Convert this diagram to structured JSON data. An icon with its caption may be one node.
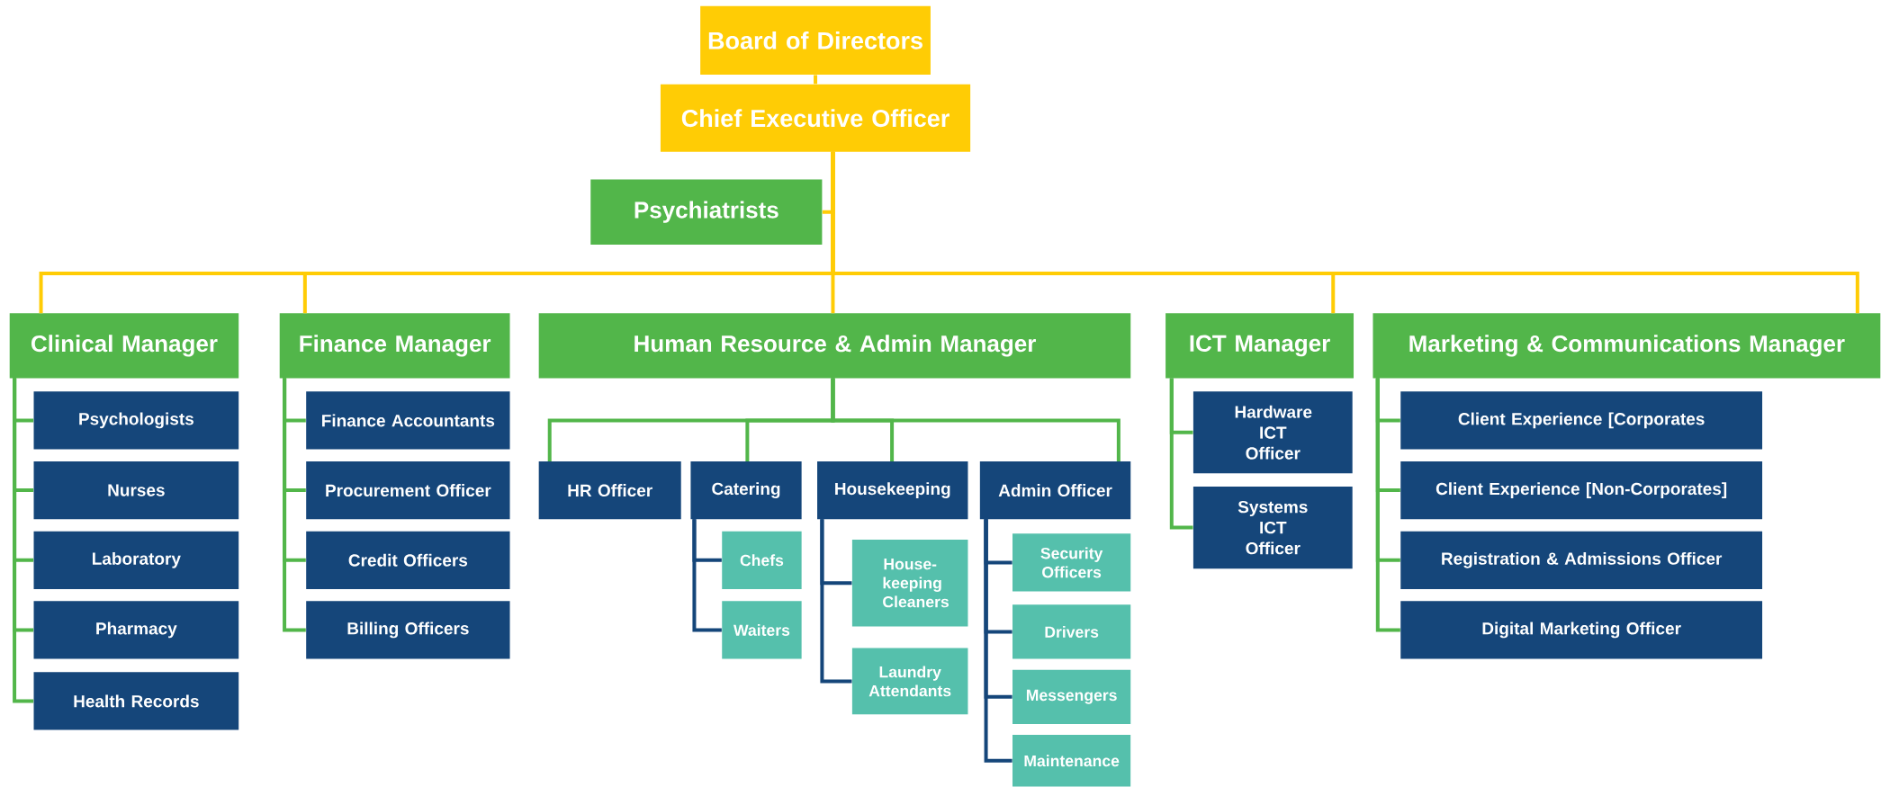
{
  "diagram": {
    "nodes": [
      {
        "text": [
          "Board of Directors"
        ]
      },
      {
        "text": [
          "Chief Executive Officer"
        ]
      },
      {
        "text": [
          "Psychiatrists"
        ]
      },
      {
        "text": [
          "Clinical Manager"
        ]
      },
      {
        "text": [
          "Finance Manager"
        ]
      },
      {
        "text": [
          "Human Resource & Admin Manager"
        ]
      },
      {
        "text": [
          "ICT Manager"
        ]
      },
      {
        "text": [
          "Marketing & Communications Manager"
        ]
      },
      {
        "text": [
          "Psychologists"
        ]
      },
      {
        "text": [
          "Nurses"
        ]
      },
      {
        "text": [
          "Laboratory"
        ]
      },
      {
        "text": [
          "Pharmacy"
        ]
      },
      {
        "text": [
          "Health Records"
        ]
      },
      {
        "text": [
          "Finance Accountants"
        ]
      },
      {
        "text": [
          "Procurement Officer"
        ]
      },
      {
        "text": [
          "Credit Officers"
        ]
      },
      {
        "text": [
          "Billing Officers"
        ]
      },
      {
        "text": [
          "HR Officer"
        ]
      },
      {
        "text": [
          "Catering"
        ]
      },
      {
        "text": [
          "Housekeeping"
        ]
      },
      {
        "text": [
          "Admin Officer"
        ]
      },
      {
        "text": [
          "Chefs"
        ]
      },
      {
        "text": [
          "Waiters"
        ]
      },
      {
        "text": [
          "House-keeping Cleaners"
        ]
      },
      {
        "text": [
          "Laundry Attendants"
        ]
      },
      {
        "text": [
          "Security Officers"
        ]
      },
      {
        "text": [
          "Drivers"
        ]
      },
      {
        "text": [
          "Messengers"
        ]
      },
      {
        "text": [
          "Maintenance"
        ]
      },
      {
        "text": [
          "Hardware ICT Officer"
        ]
      },
      {
        "text": [
          "Systems ICT Officer"
        ]
      },
      {
        "text": [
          "Client Experience [Corporates"
        ]
      },
      {
        "text": [
          "Client Experience [Non-Corporates]"
        ]
      },
      {
        "text": [
          "Registration & Admissions Officer"
        ]
      },
      {
        "text": [
          "Digital Marketing Officer"
        ]
      }
    ],
    "edges": [
      {
        "from": 0,
        "to": 1,
        "arrow": "none",
        "color": "#ffcc05"
      },
      {
        "from": 1,
        "to": 2,
        "arrow": "none",
        "color": "#ffcc05"
      },
      {
        "from": 1,
        "to": 3,
        "arrow": "none",
        "color": "#ffcc05"
      },
      {
        "from": 1,
        "to": 4,
        "arrow": "none",
        "color": "#ffcc05"
      },
      {
        "from": 1,
        "to": 5,
        "arrow": "none",
        "color": "#ffcc05"
      },
      {
        "from": 1,
        "to": 6,
        "arrow": "none",
        "color": "#ffcc05"
      },
      {
        "from": 1,
        "to": 7,
        "arrow": "none",
        "color": "#ffcc05"
      },
      {
        "from": 3,
        "to": 8,
        "arrow": "none"
      },
      {
        "from": 3,
        "to": 9,
        "arrow": "none"
      },
      {
        "from": 3,
        "to": 10,
        "arrow": "none"
      },
      {
        "from": 3,
        "to": 11,
        "arrow": "none"
      },
      {
        "from": 3,
        "to": 12,
        "arrow": "none"
      },
      {
        "from": 4,
        "to": 13,
        "arrow": "none"
      },
      {
        "from": 4,
        "to": 14,
        "arrow": "none"
      },
      {
        "from": 4,
        "to": 15,
        "arrow": "none"
      },
      {
        "from": 4,
        "to": 16,
        "arrow": "none"
      },
      {
        "from": 5,
        "to": 17,
        "arrow": "none"
      },
      {
        "from": 5,
        "to": 18,
        "arrow": "none"
      },
      {
        "from": 5,
        "to": 19,
        "arrow": "none"
      },
      {
        "from": 5,
        "to": 20,
        "arrow": "none"
      },
      {
        "from": 18,
        "to": 21,
        "arrow": "none",
        "color": "#15467a"
      },
      {
        "from": 18,
        "to": 22,
        "arrow": "none",
        "color": "#15467a"
      },
      {
        "from": 19,
        "to": 23,
        "arrow": "none",
        "color": "#15467a"
      },
      {
        "from": 19,
        "to": 24,
        "arrow": "none",
        "color": "#15467a"
      },
      {
        "from": 20,
        "to": 25,
        "arrow": "none",
        "color": "#15467a"
      },
      {
        "from": 20,
        "to": 26,
        "arrow": "none",
        "color": "#15467a"
      },
      {
        "from": 20,
        "to": 27,
        "arrow": "none",
        "color": "#15467a"
      },
      {
        "from": 20,
        "to": 28,
        "arrow": "none",
        "color": "#15467a"
      },
      {
        "from": 6,
        "to": 29,
        "arrow": "none"
      },
      {
        "from": 6,
        "to": 30,
        "arrow": "none"
      },
      {
        "from": 7,
        "to": 31,
        "arrow": "none"
      },
      {
        "from": 7,
        "to": 32,
        "arrow": "none"
      },
      {
        "from": 7,
        "to": 33,
        "arrow": "none"
      },
      {
        "from": 7,
        "to": 34,
        "arrow": "none"
      }
    ]
  }
}
